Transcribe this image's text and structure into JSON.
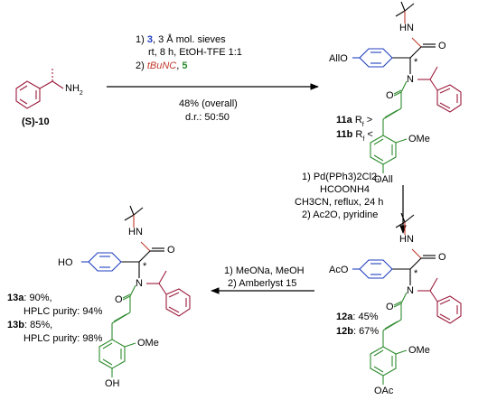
{
  "colors": {
    "amine": "#9b1b3b",
    "isocyanide": "#c0392b",
    "aldehyde": "#1f3fbf",
    "acid": "#2e8b2e",
    "black": "#000000"
  },
  "start": {
    "amine_label": "NH",
    "amine_sub": "2",
    "compound_label": "(S)-10"
  },
  "step1": {
    "line1_num": "1) ",
    "line1_cmpd": "3",
    "line1_rest": ", 3 Å mol. sieves",
    "line2": "rt, 8 h, EtOH-TFE 1:1",
    "line3_num": "2) ",
    "line3_reagent": "tBuNC",
    "line3_sep": ", ",
    "line3_cmpd": "5",
    "yield": "48% (overall)",
    "dr": "d.r.: 50:50"
  },
  "p11": {
    "hn": "HN",
    "o_top": "O",
    "n": "N",
    "o_acyl": "O",
    "star": "*",
    "allyl_o": "AllO",
    "ome": "OMe",
    "oall": "OAll",
    "a_label": "11a",
    "a_rf": "R",
    "a_rf_sub": "f",
    "a_sign": ">",
    "b_label": "11b",
    "b_rf": "R",
    "b_rf_sub": "f",
    "b_sign": "<"
  },
  "step2": {
    "line1": "1) Pd(PPh3)2Cl2,",
    "line2": "HCOONH4",
    "line3": "CH3CN, reflux, 24 h",
    "line4": "2) Ac2O, pyridine"
  },
  "p12": {
    "hn": "HN",
    "o_top": "O",
    "n": "N",
    "o_acyl": "O",
    "star": "*",
    "aco": "AcO",
    "ome": "OMe",
    "oac": "OAc",
    "a_label": "12a",
    "a_yield": ": 45%",
    "b_label": "12b",
    "b_yield": ": 67%"
  },
  "step3": {
    "line1": "1) MeONa, MeOH",
    "line2": "2) Amberlyst 15"
  },
  "p13": {
    "hn": "HN",
    "o_top": "O",
    "n": "N",
    "o_acyl": "O",
    "star": "*",
    "ho": "HO",
    "ome": "OMe",
    "oh": "OH",
    "a_label": "13a",
    "a_yield": ": 90%,",
    "a_purity": "HPLC purity: 94%",
    "b_label": "13b",
    "b_yield": ": 85%,",
    "b_purity": "HPLC purity: 98%"
  }
}
